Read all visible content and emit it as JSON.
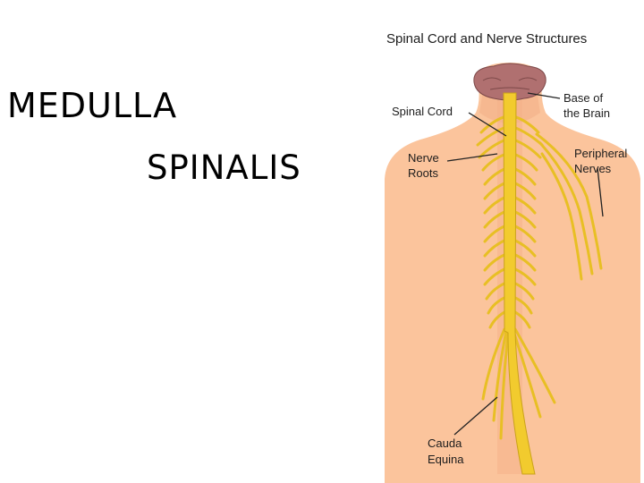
{
  "slide": {
    "title_line1": "MEDULLA",
    "title_line2": "SPINALIS"
  },
  "diagram": {
    "title": "Spinal Cord and Nerve Structures",
    "labels": {
      "spinal_cord": "Spinal Cord",
      "base_of_brain_1": "Base of",
      "base_of_brain_2": "the Brain",
      "nerve_roots_1": "Nerve",
      "nerve_roots_2": "Roots",
      "peripheral_nerves_1": "Peripheral",
      "peripheral_nerves_2": "Nerves",
      "cauda_equina_1": "Cauda",
      "cauda_equina_2": "Equina"
    },
    "colors": {
      "skin": "#fbc49c",
      "skin_shadow": "#f3b088",
      "nerve": "#f2cb2e",
      "nerve_dark": "#caa21a",
      "brain": "#b07070",
      "leader_line": "#222222"
    }
  }
}
